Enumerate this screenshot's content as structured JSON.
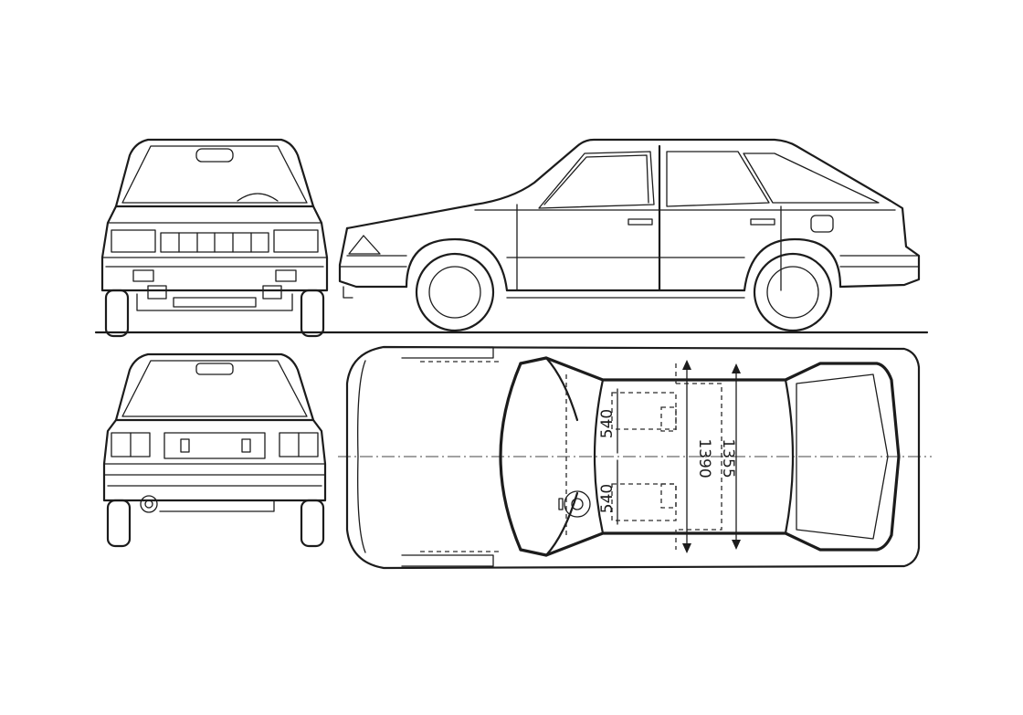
{
  "drawing": {
    "views": [
      "front-view",
      "rear-view",
      "side-view",
      "top-view"
    ],
    "dimensions": {
      "front_seat_width": "540",
      "rear_seat_width": "540",
      "front_interior_width": "1390",
      "rear_interior_width": "1355"
    },
    "line_color": "#1c1c1c",
    "background_color": "#ffffff"
  }
}
